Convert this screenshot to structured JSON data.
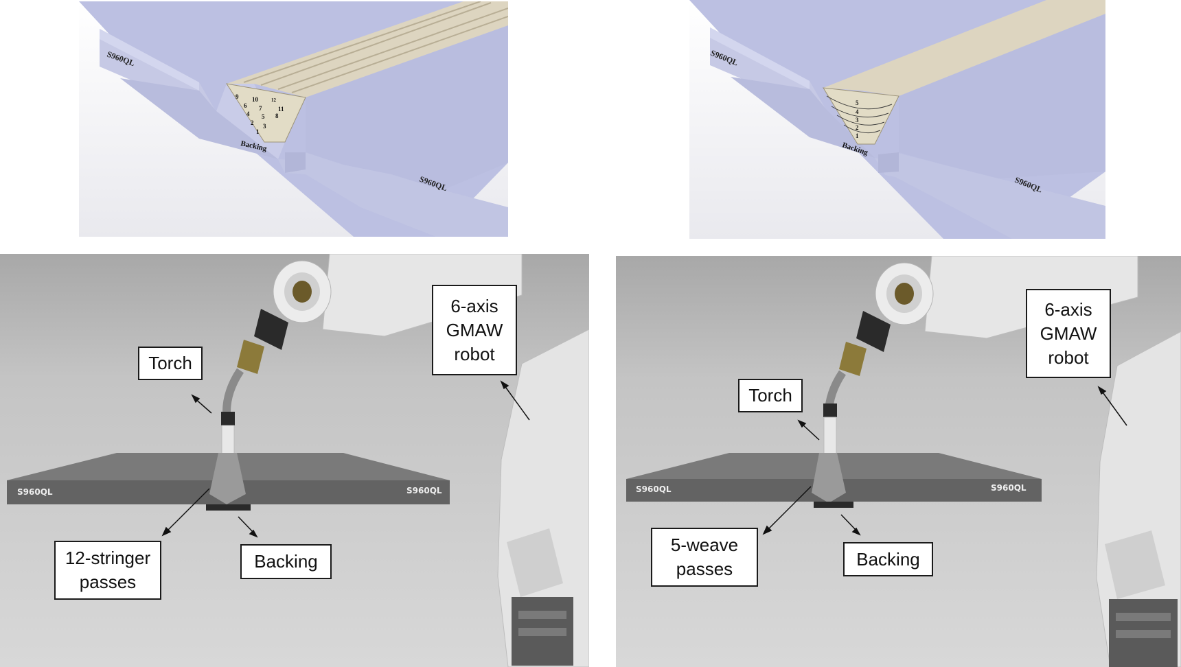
{
  "top_left": {
    "plate_label_1": "S960QL",
    "plate_label_2": "S960QL",
    "backing": "Backing",
    "passes": [
      "1",
      "2",
      "3",
      "4",
      "5",
      "6",
      "7",
      "8",
      "9",
      "10",
      "11",
      "12"
    ]
  },
  "top_right": {
    "plate_label_1": "S960QL",
    "plate_label_2": "S960QL",
    "backing": "Backing",
    "passes": [
      "1",
      "2",
      "3",
      "4",
      "5"
    ]
  },
  "bottom_left": {
    "robot_label": "6-axis\nGMAW\nrobot",
    "torch_label": "Torch",
    "passes_label": "12-stringer\npasses",
    "backing_label": "Backing",
    "plate_label_left": "S960QL",
    "plate_label_right": "S960QL"
  },
  "bottom_right": {
    "robot_label": "6-axis\nGMAW\nrobot",
    "torch_label": "Torch",
    "passes_label": "5-weave\npasses",
    "backing_label": "Backing",
    "plate_label_left": "S960QL",
    "plate_label_right": "S960QL"
  },
  "colors": {
    "steel_plate": "#bfc3e0",
    "weld_metal": "#ddd5c0",
    "sim_background": "#cfcfcf",
    "sim_plate": "#7a7a7a"
  }
}
